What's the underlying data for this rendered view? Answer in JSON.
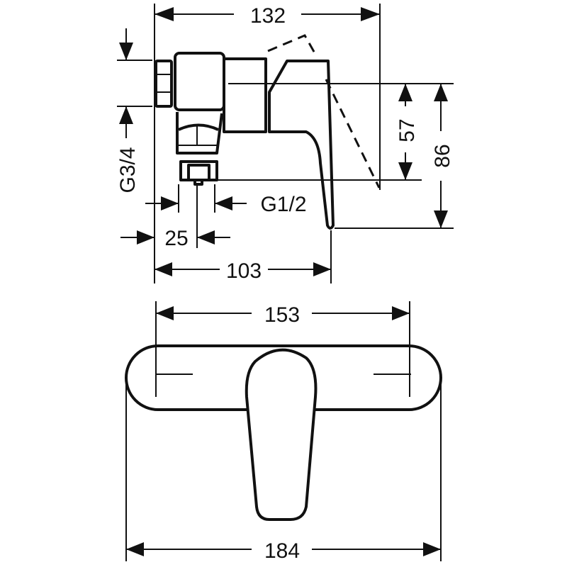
{
  "side_view": {
    "width_total": "132",
    "height_57": "57",
    "height_86": "86",
    "inlet_thread": "G3/4",
    "outlet_thread": "G1/2",
    "offset_25": "25",
    "depth_103": "103"
  },
  "front_view": {
    "plate_inner": "153",
    "plate_outer": "184"
  }
}
